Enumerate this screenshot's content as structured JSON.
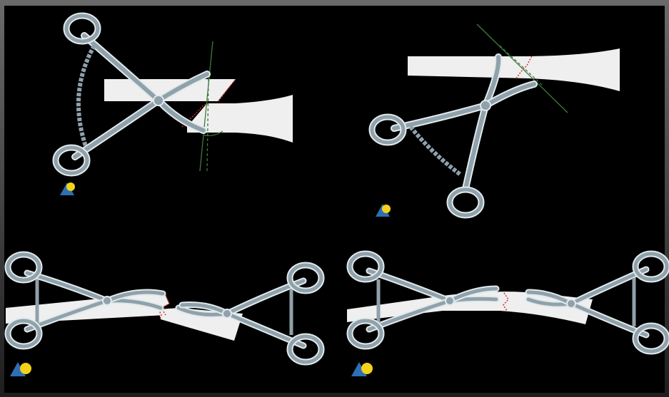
{
  "figure": {
    "panels": [
      {
        "id": "panel-top-left",
        "badge_icon": "triangle-circle-icon",
        "fracture": "oblique-step"
      },
      {
        "id": "panel-top-right",
        "badge_icon": "triangle-circle-icon",
        "fracture": "reduced-oblique"
      },
      {
        "id": "panel-bottom-left",
        "badge_icon": "triangle-circle-icon",
        "fracture": "displaced-two-clamps"
      },
      {
        "id": "panel-bottom-right",
        "badge_icon": "triangle-circle-icon",
        "fracture": "reduced-two-clamps"
      }
    ],
    "colors": {
      "background": "#000000",
      "frame": "#3a3a3a",
      "bone": "#efefef",
      "clamp": "#8fa1aa",
      "clamp_outline": "#dfe6ea",
      "fracture_line": "#d0332f",
      "guide_line": "#3f7a3a",
      "badge_triangle": "#2e6fb3",
      "badge_circle": "#f2d21b"
    }
  }
}
